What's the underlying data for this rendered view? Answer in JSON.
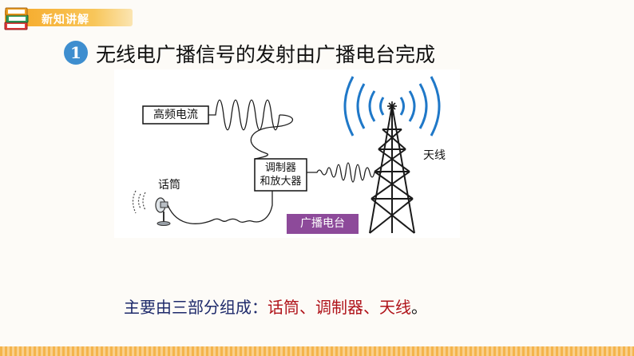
{
  "header": {
    "tag": "新知讲解"
  },
  "title": {
    "number": "1",
    "text": "无线电广播信号的发射由广播电台完成"
  },
  "diagram": {
    "current_box": "高频电流",
    "modulator_line1": "调制器",
    "modulator_line2": "和放大器",
    "microphone_label": "话筒",
    "antenna_label": "天线",
    "station_label": "广播电台"
  },
  "summary": {
    "lead": "主要由三部分组成：",
    "part1": "话筒",
    "sep1": "、",
    "part2": "调制器",
    "sep2": "、",
    "part3": "天线",
    "end": "。"
  },
  "colors": {
    "accent_orange": "#f6a623",
    "badge_blue": "#3e8ecf",
    "wave_blue": "#1f78c8",
    "station_purple": "#8d4a9a",
    "highlight_red": "#b0141b",
    "text_navy": "#1e2a6b"
  }
}
